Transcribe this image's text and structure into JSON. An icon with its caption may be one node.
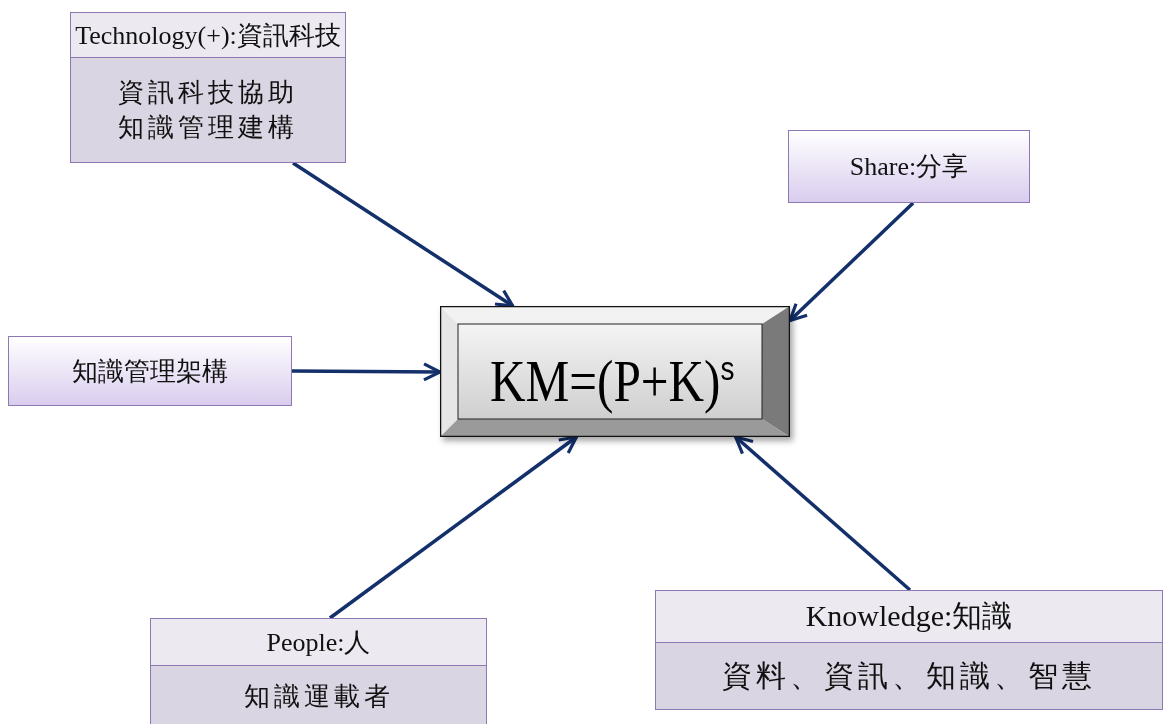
{
  "diagram": {
    "nodes": [
      {
        "text": [
          "Technology(+):資訊科技",
          "資訊科技協助知識管理建構"
        ]
      },
      {
        "text": [
          "Share:分享"
        ]
      },
      {
        "text": [
          "知識管理架構"
        ]
      },
      {
        "text": [
          "KM=(P+K)$^{s}$"
        ]
      },
      {
        "text": [
          "People:人",
          "知識運載者"
        ]
      },
      {
        "text": [
          "Knowledge:知識",
          "資料、資訊、知識、智慧"
        ]
      }
    ],
    "edges": [
      {
        "from": 0,
        "to": 3,
        "arrow": "to"
      },
      {
        "from": 1,
        "to": 3,
        "arrow": "to"
      },
      {
        "from": 2,
        "to": 3,
        "arrow": "to"
      },
      {
        "from": 4,
        "to": 3,
        "arrow": "to"
      },
      {
        "from": 5,
        "to": 3,
        "arrow": "to"
      }
    ]
  }
}
